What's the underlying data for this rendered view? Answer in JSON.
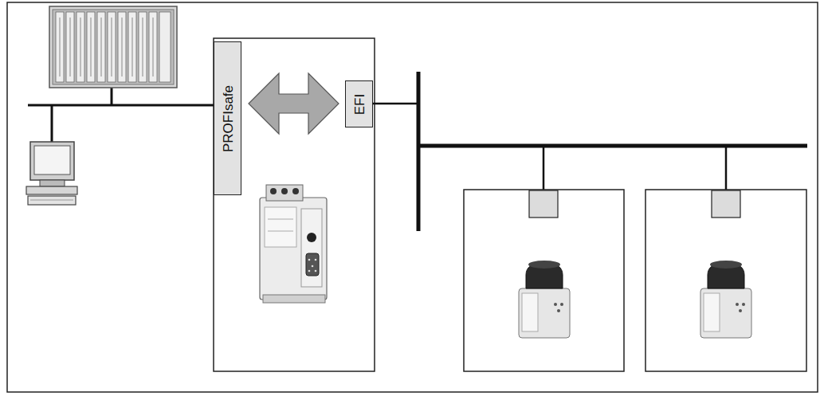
{
  "diagram": {
    "nodes": [
      {
        "text": [
          "PROFIsafe"
        ]
      },
      {
        "text": [
          "EFI"
        ]
      }
    ],
    "edges": [
      {
        "from": 0,
        "to": 1,
        "arrow": "both"
      }
    ]
  }
}
